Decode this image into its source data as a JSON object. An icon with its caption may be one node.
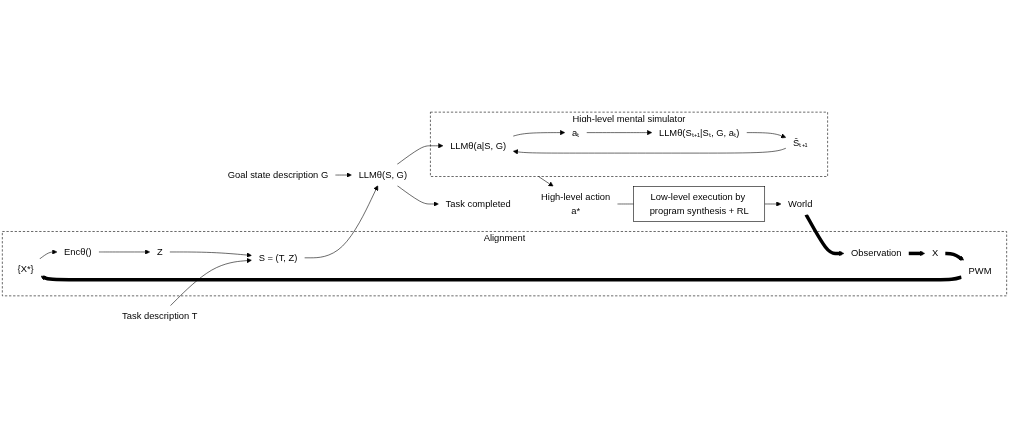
{
  "diagram": {
    "nodes": [
      {
        "text": [
          "Alignment"
        ]
      },
      {
        "text": [
          "{X*}"
        ],
        "in": 0
      },
      {
        "text": [
          "Encθ()"
        ],
        "in": 0
      },
      {
        "text": [
          "Z"
        ],
        "in": 0
      },
      {
        "text": [
          "S = (T, Z)"
        ],
        "in": 0
      },
      {
        "text": [
          "PWM"
        ],
        "in": 0
      },
      {
        "text": [
          "X"
        ],
        "in": 0
      },
      {
        "text": [
          "Observation"
        ],
        "in": 0
      },
      {
        "text": [
          "World"
        ]
      },
      {
        "text": [
          "Task description T"
        ]
      },
      {
        "text": [
          "Goal state description G"
        ]
      },
      {
        "text": [
          "LLMθ(S, G)"
        ]
      },
      {
        "text": [
          "Task completed"
        ]
      },
      {
        "text": [
          "High-level mental simulator"
        ]
      },
      {
        "text": [
          "LLMθ(a|S, G)"
        ],
        "in": 13
      },
      {
        "text": [
          "Ŝₜ₊₁"
        ],
        "in": 13
      },
      {
        "text": [
          "aₜ"
        ],
        "in": 13
      },
      {
        "text": [
          "LLMθ(Sₜ₊₁|Sₜ, G, aₜ)"
        ],
        "in": 13
      },
      {
        "text": [
          "High-level action",
          "a*"
        ]
      },
      {
        "text": [
          "Low-level execution by program synthesis + RL"
        ]
      }
    ],
    "edges": [
      {
        "from": 8,
        "to": 7,
        "arrow": "to",
        "style": "thick"
      },
      {
        "from": 7,
        "to": 6,
        "arrow": "to",
        "style": "thick"
      },
      {
        "from": 6,
        "to": 5,
        "arrow": "to",
        "style": "thick"
      },
      {
        "from": 5,
        "to": 1,
        "arrow": "to",
        "style": "thick"
      },
      {
        "from": 1,
        "to": 2,
        "arrow": "to"
      },
      {
        "from": 2,
        "to": 3,
        "arrow": "to"
      },
      {
        "from": 3,
        "to": 4,
        "arrow": "to"
      },
      {
        "from": 9,
        "to": 4,
        "arrow": "to"
      },
      {
        "from": 4,
        "to": 11,
        "arrow": "to"
      },
      {
        "from": 10,
        "to": 11,
        "arrow": "to"
      },
      {
        "from": 11,
        "to": 12,
        "arrow": "to"
      },
      {
        "from": 11,
        "to": 14,
        "arrow": "to"
      },
      {
        "from": 15,
        "to": 14,
        "arrow": "to"
      },
      {
        "from": 14,
        "to": 16,
        "arrow": "to"
      },
      {
        "from": 16,
        "to": 17,
        "arrow": "to"
      },
      {
        "from": 17,
        "to": 15,
        "arrow": "to"
      },
      {
        "from": 13,
        "to": 18,
        "arrow": "to"
      },
      {
        "from": 18,
        "to": 19,
        "arrow": "none"
      },
      {
        "from": 19,
        "to": 8,
        "arrow": "to"
      }
    ]
  }
}
